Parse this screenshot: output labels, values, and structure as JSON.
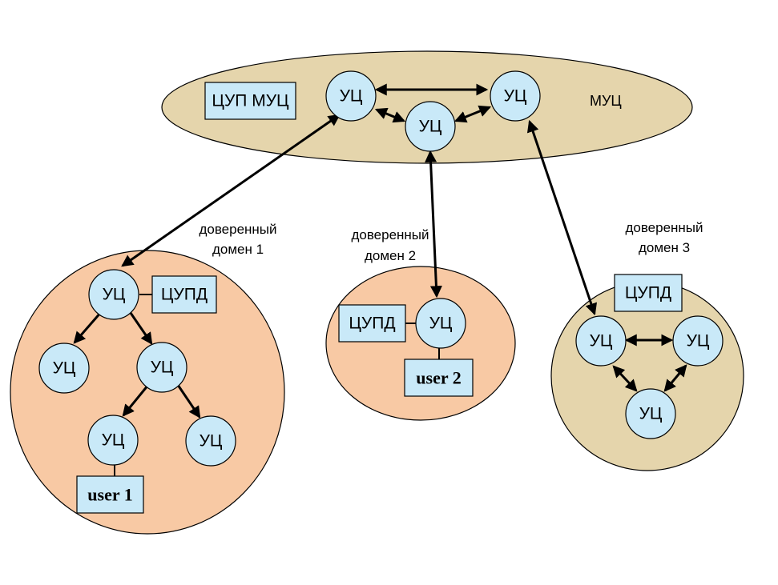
{
  "colors": {
    "muc_fill": "#e5d5ac",
    "domain12_fill": "#f8c9a4",
    "domain3_fill": "#e5d5ac",
    "node_fill": "#c9e9f8",
    "box_fill": "#c9e9f8",
    "stroke": "#000000"
  },
  "muc": {
    "label": "МУЦ",
    "cup_box": "ЦУП МУЦ",
    "nodes": [
      "УЦ",
      "УЦ",
      "УЦ"
    ]
  },
  "domains": [
    {
      "label_line1": "доверенный",
      "label_line2": "домен 1",
      "cupd": "ЦУПД",
      "nodes": [
        "УЦ",
        "УЦ",
        "УЦ",
        "УЦ",
        "УЦ"
      ],
      "user": "user 1"
    },
    {
      "label_line1": "доверенный",
      "label_line2": "домен 2",
      "cupd": "ЦУПД",
      "nodes": [
        "УЦ"
      ],
      "user": "user 2"
    },
    {
      "label_line1": "доверенный",
      "label_line2": "домен 3",
      "cupd": "ЦУПД",
      "nodes": [
        "УЦ",
        "УЦ",
        "УЦ"
      ]
    }
  ]
}
